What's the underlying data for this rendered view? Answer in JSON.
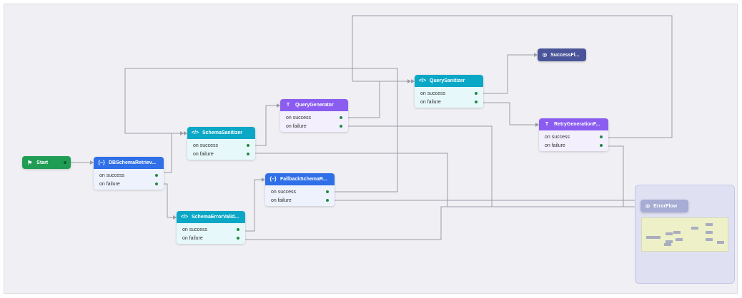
{
  "flow": {
    "start": {
      "label": "Start"
    },
    "nodes": [
      {
        "id": "db",
        "title": "DBSchemaRetriev...",
        "icon": "{–}",
        "icon_name": "braces-icon",
        "color": "blue"
      },
      {
        "id": "ss",
        "title": "SchemaSanitizer",
        "icon": "</>",
        "icon_name": "code-icon",
        "color": "teal"
      },
      {
        "id": "qg",
        "title": "QueryGenerator",
        "icon": "T",
        "icon_name": "text-template-icon",
        "color": "purple"
      },
      {
        "id": "qs",
        "title": "QuerySanitizer",
        "icon": "</>",
        "icon_name": "code-icon",
        "color": "teal"
      },
      {
        "id": "rg",
        "title": "RetryGenerationF...",
        "icon": "T",
        "icon_name": "text-template-icon",
        "color": "purple"
      },
      {
        "id": "fb",
        "title": "FallbackSchemaR...",
        "icon": "{–}",
        "icon_name": "braces-icon",
        "color": "blue"
      },
      {
        "id": "sv",
        "title": "SchemaErrorValid...",
        "icon": "</>",
        "icon_name": "code-icon",
        "color": "teal"
      }
    ],
    "on_success": "on success",
    "on_failure": "on failure",
    "success_flow": {
      "label": "SuccessFl...",
      "icon": "◎",
      "icon_name": "target-icon"
    },
    "error_flow": {
      "label": "ErrorFlow",
      "icon": "◎",
      "icon_name": "target-icon"
    }
  },
  "colors": {
    "blue": "#2f6fe8",
    "teal": "#0ba7c6",
    "purple": "#8a5cf0",
    "start": "#1f9d55",
    "success_flow": "#4a5499",
    "error_flow": "#a7acd4"
  }
}
